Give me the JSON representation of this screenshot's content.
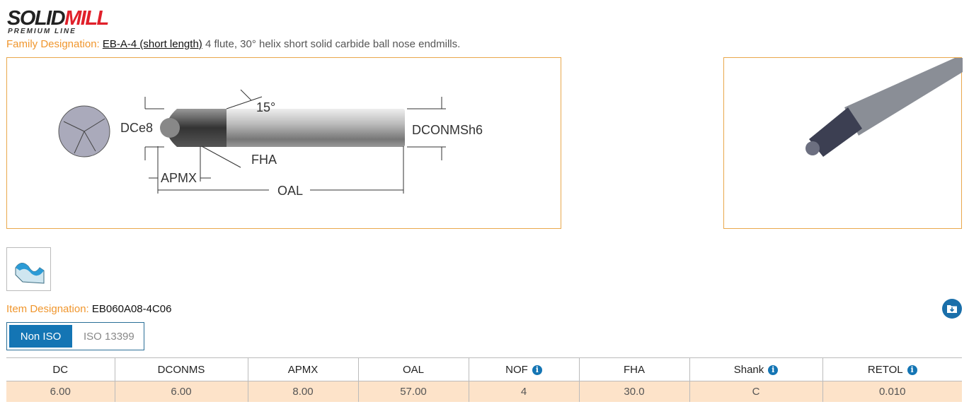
{
  "brand": {
    "logo_part1": "SOLID",
    "logo_part2": "MILL",
    "subtitle": "PREMIUM LINE"
  },
  "family": {
    "label": "Family Designation:",
    "link": "EB-A-4 (short length)",
    "description": "4 flute, 30° helix short solid carbide ball nose endmills."
  },
  "diagram": {
    "labels": {
      "angle": "15°",
      "dc": "DCe8",
      "dconms": "DCONMSh6",
      "fha": "FHA",
      "apmx": "APMX",
      "oal": "OAL"
    }
  },
  "item": {
    "label": "Item Designation:",
    "value": "EB060A08-4C06"
  },
  "toggle": {
    "options": [
      "Non ISO",
      "ISO 13399"
    ],
    "selected": "Non ISO"
  },
  "table": {
    "headers": [
      {
        "label": "DC",
        "info": false
      },
      {
        "label": "DCONMS",
        "info": false
      },
      {
        "label": "APMX",
        "info": false
      },
      {
        "label": "OAL",
        "info": false
      },
      {
        "label": "NOF",
        "info": true
      },
      {
        "label": "FHA",
        "info": false
      },
      {
        "label": "Shank",
        "info": true
      },
      {
        "label": "RETOL",
        "info": true
      }
    ],
    "row": [
      "6.00",
      "6.00",
      "8.00",
      "57.00",
      "4",
      "30.0",
      "C",
      "0.010"
    ]
  },
  "colors": {
    "accent_orange": "#f0962d",
    "brand_blue": "#1475b4",
    "row_bg": "#fde3c9"
  }
}
